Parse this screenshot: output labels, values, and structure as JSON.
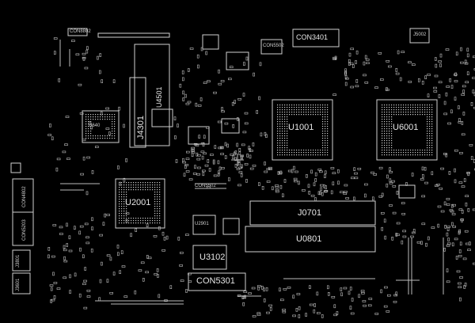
{
  "board": {
    "labels": {
      "con3401": "CON3401",
      "j5002": "J5002",
      "u1001": "U1001",
      "u6001": "U6001",
      "u2001": "U2001",
      "j0701": "J0701",
      "u0801": "U0801",
      "u3102": "U3102",
      "con5301": "CON5301",
      "u2901": "U2901",
      "j4301": "J4301",
      "u4501": "U4501",
      "j3801": "J3801",
      "j3601": "J3601",
      "u640": "U640",
      "con4802": "CON4802",
      "con5203": "CON5203",
      "con8802": "CON8802",
      "con5502": "CON5502",
      "con5502b": "CON5502"
    }
  }
}
